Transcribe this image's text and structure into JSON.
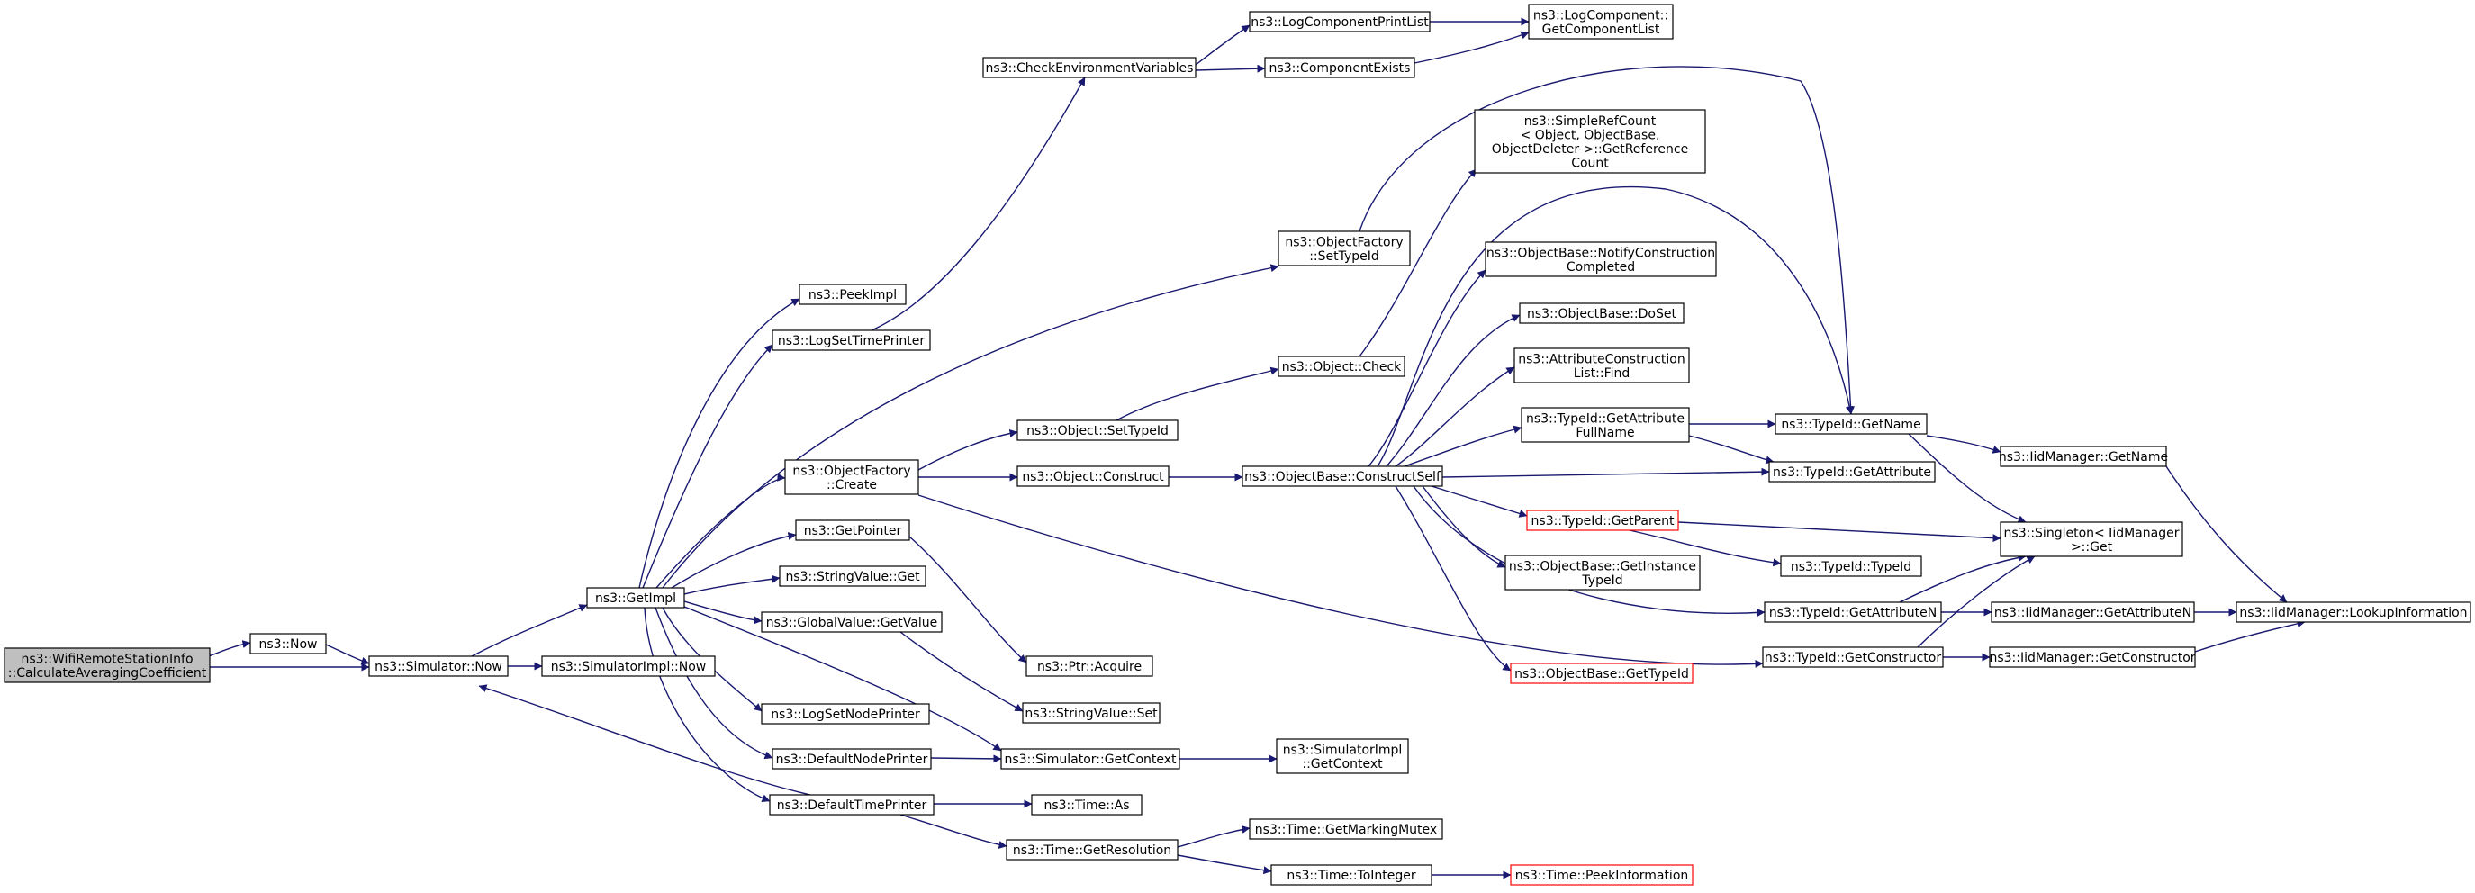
{
  "graph": {
    "edge_color": "#191970",
    "red_border_color": "#ff0000",
    "root_fill": "#bfbfbf",
    "nodes": [
      {
        "id": "root",
        "lines": [
          "ns3::WifiRemoteStationInfo",
          "::CalculateAveragingCoefficient"
        ],
        "style": "root"
      },
      {
        "id": "now",
        "lines": [
          "ns3::Now"
        ]
      },
      {
        "id": "simnow",
        "lines": [
          "ns3::Simulator::Now"
        ]
      },
      {
        "id": "simimplnow",
        "lines": [
          "ns3::SimulatorImpl::Now"
        ]
      },
      {
        "id": "getimpl",
        "lines": [
          "ns3::GetImpl"
        ]
      },
      {
        "id": "peekimpl",
        "lines": [
          "ns3::PeekImpl"
        ]
      },
      {
        "id": "logsettime",
        "lines": [
          "ns3::LogSetTimePrinter"
        ]
      },
      {
        "id": "checkenv",
        "lines": [
          "ns3::CheckEnvironmentVariables"
        ]
      },
      {
        "id": "logprintlist",
        "lines": [
          "ns3::LogComponentPrintList"
        ]
      },
      {
        "id": "compexists",
        "lines": [
          "ns3::ComponentExists"
        ]
      },
      {
        "id": "getcomplist",
        "lines": [
          "ns3::LogComponent::",
          "GetComponentList"
        ]
      },
      {
        "id": "ofcreate",
        "lines": [
          "ns3::ObjectFactory",
          "::Create"
        ]
      },
      {
        "id": "ofsettypeid",
        "lines": [
          "ns3::ObjectFactory",
          "::SetTypeId"
        ]
      },
      {
        "id": "objsettypeid",
        "lines": [
          "ns3::Object::SetTypeId"
        ]
      },
      {
        "id": "objconstruct",
        "lines": [
          "ns3::Object::Construct"
        ]
      },
      {
        "id": "objcheck",
        "lines": [
          "ns3::Object::Check"
        ]
      },
      {
        "id": "refcount",
        "lines": [
          "ns3::SimpleRefCount",
          "< Object, ObjectBase,",
          "ObjectDeleter >::GetReference",
          "Count"
        ]
      },
      {
        "id": "constructself",
        "lines": [
          "ns3::ObjectBase::ConstructSelf"
        ]
      },
      {
        "id": "notifyconst",
        "lines": [
          "ns3::ObjectBase::NotifyConstruction",
          "Completed"
        ]
      },
      {
        "id": "doset",
        "lines": [
          "ns3::ObjectBase::DoSet"
        ]
      },
      {
        "id": "attrfind",
        "lines": [
          "ns3::AttributeConstruction",
          "List::Find"
        ]
      },
      {
        "id": "getattrfull",
        "lines": [
          "ns3::TypeId::GetAttribute",
          "FullName"
        ]
      },
      {
        "id": "typeidgetname",
        "lines": [
          "ns3::TypeId::GetName"
        ]
      },
      {
        "id": "iidgetname",
        "lines": [
          "ns3::IidManager::GetName"
        ]
      },
      {
        "id": "typeidgetattr",
        "lines": [
          "ns3::TypeId::GetAttribute"
        ]
      },
      {
        "id": "typeidgetparent",
        "lines": [
          "ns3::TypeId::GetParent"
        ],
        "style": "red"
      },
      {
        "id": "singleton",
        "lines": [
          "ns3::Singleton< IidManager",
          ">::Get"
        ]
      },
      {
        "id": "typeidtypeid",
        "lines": [
          "ns3::TypeId::TypeId"
        ]
      },
      {
        "id": "getinsttypeid",
        "lines": [
          "ns3::ObjectBase::GetInstance",
          "TypeId"
        ]
      },
      {
        "id": "typeidgetattrn",
        "lines": [
          "ns3::TypeId::GetAttributeN"
        ]
      },
      {
        "id": "iidgetattrn",
        "lines": [
          "ns3::IidManager::GetAttributeN"
        ]
      },
      {
        "id": "lookupinfo",
        "lines": [
          "ns3::IidManager::LookupInformation"
        ]
      },
      {
        "id": "obgettypeid",
        "lines": [
          "ns3::ObjectBase::GetTypeId"
        ],
        "style": "red"
      },
      {
        "id": "typeidgetctor",
        "lines": [
          "ns3::TypeId::GetConstructor"
        ]
      },
      {
        "id": "iidgetctor",
        "lines": [
          "ns3::IidManager::GetConstructor"
        ]
      },
      {
        "id": "getpointer",
        "lines": [
          "ns3::GetPointer"
        ]
      },
      {
        "id": "ptracquire",
        "lines": [
          "ns3::Ptr::Acquire"
        ]
      },
      {
        "id": "stringget",
        "lines": [
          "ns3::StringValue::Get"
        ]
      },
      {
        "id": "globalget",
        "lines": [
          "ns3::GlobalValue::GetValue"
        ]
      },
      {
        "id": "stringset",
        "lines": [
          "ns3::StringValue::Set"
        ]
      },
      {
        "id": "logsetnode",
        "lines": [
          "ns3::LogSetNodePrinter"
        ]
      },
      {
        "id": "defnodeprinter",
        "lines": [
          "ns3::DefaultNodePrinter"
        ]
      },
      {
        "id": "simgetcontext",
        "lines": [
          "ns3::Simulator::GetContext"
        ]
      },
      {
        "id": "simimplgetcontext",
        "lines": [
          "ns3::SimulatorImpl",
          "::GetContext"
        ]
      },
      {
        "id": "deftimeprinter",
        "lines": [
          "ns3::DefaultTimePrinter"
        ]
      },
      {
        "id": "timeas",
        "lines": [
          "ns3::Time::As"
        ]
      },
      {
        "id": "timegetres",
        "lines": [
          "ns3::Time::GetResolution"
        ]
      },
      {
        "id": "timemutex",
        "lines": [
          "ns3::Time::GetMarkingMutex"
        ]
      },
      {
        "id": "timetoint",
        "lines": [
          "ns3::Time::ToInteger"
        ]
      },
      {
        "id": "timepeek",
        "lines": [
          "ns3::Time::PeekInformation"
        ],
        "style": "red"
      }
    ]
  }
}
